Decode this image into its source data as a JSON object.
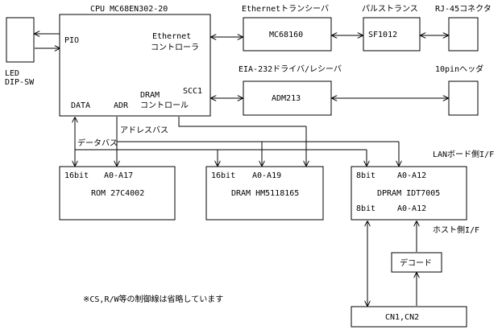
{
  "blocks": {
    "led_label": "LED",
    "dipsw_label": "DIP-SW",
    "cpu_title": "CPU MC68EN302-20",
    "cpu_pio": "PIO",
    "cpu_ethernet": "Ethernet",
    "cpu_controller": "コントローラ",
    "cpu_scc1": "SCC1",
    "cpu_dram_a": "DRAM",
    "cpu_dram_b": "コントロール",
    "cpu_data": "DATA",
    "cpu_adr": "ADR",
    "eth_header": "Ethernetトランシーバ",
    "eth_chip": "MC68160",
    "pulse_header": "パルストランス",
    "pulse_chip": "SF1012",
    "rj45_header": "RJ-45コネクタ",
    "eia_header": "EIA-232ドライバ/レシーバ",
    "eia_chip": "ADM213",
    "pin_header": "10pinヘッダ",
    "addr_bus": "アドレスバス",
    "data_bus": "データバス",
    "lan_if": "LANボード側I/F",
    "rom_bits": "16bit",
    "rom_addr": "A0-A17",
    "rom_chip": "ROM 27C4002",
    "dram_bits": "16bit",
    "dram_addr": "A0-A19",
    "dram_chip": "DRAM HM5118165",
    "dpram_bits_top": "8bit",
    "dpram_addr_top": "A0-A12",
    "dpram_chip": "DPRAM IDT7005",
    "dpram_bits_bot": "8bit",
    "dpram_addr_bot": "A0-A12",
    "host_if": "ホスト側I/F",
    "decode": "デコード",
    "cn": "CN1,CN2",
    "note": "※CS,R/W等の制御線は省略しています"
  }
}
